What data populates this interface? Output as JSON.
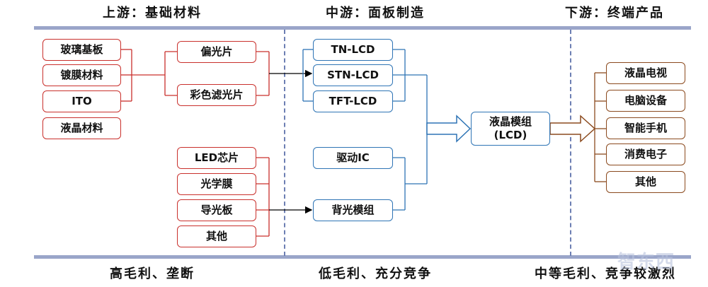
{
  "headers": {
    "upstream": "上游：基础材料",
    "midstream": "中游：面板制造",
    "downstream": "下游：终端产品"
  },
  "footers": {
    "upstream": "高毛利、垄断",
    "midstream": "低毛利、充分竞争",
    "downstream": "中等毛利、竞争较激烈"
  },
  "upstream": {
    "raw": [
      "玻璃基板",
      "镀膜材料",
      "ITO",
      "液晶材料"
    ],
    "polarizer_parts": [
      "偏光片",
      "彩色滤光片"
    ],
    "backlight_parts": [
      "LED芯片",
      "光学膜",
      "导光板",
      "其他"
    ]
  },
  "midstream": {
    "lcd_types": [
      "TN-LCD",
      "STN-LCD",
      "TFT-LCD"
    ],
    "driver": "驱动IC",
    "backlight": "背光模组",
    "module_line1": "液晶模组",
    "module_line2": "(LCD)"
  },
  "downstream": {
    "products": [
      "液晶电视",
      "电脑设备",
      "智能手机",
      "消费电子",
      "其他"
    ]
  },
  "colors": {
    "upstream": "#c9302c",
    "midstream": "#2e74b5",
    "downstream": "#8b4a1e",
    "bar": "#9aa5c9"
  },
  "watermark": "智东西"
}
